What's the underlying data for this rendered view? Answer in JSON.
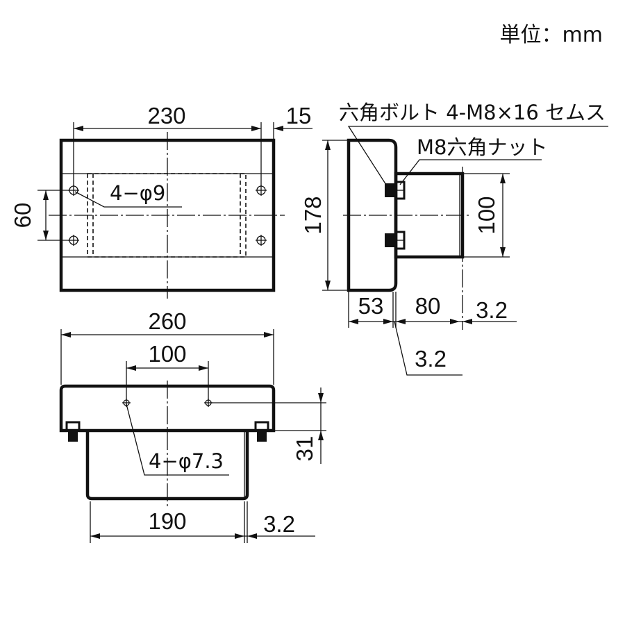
{
  "unit_label": "単位：mm",
  "top_view": {
    "dim_width": "230",
    "dim_edge": "15",
    "dim_height": "60",
    "hole_note": "4−φ9"
  },
  "side_view": {
    "bolt_note": "六角ボルト 4-M8×16 セムス",
    "nut_note": "M8六角ナット",
    "dim_height": "178",
    "dim_flange_height": "100",
    "dim_depth_1": "53",
    "dim_depth_2": "80",
    "dim_thickness_right": "3.2",
    "dim_thickness_bottom": "3.2"
  },
  "front_view": {
    "dim_total_width": "260",
    "dim_hole_pitch": "100",
    "dim_offset": "31",
    "hole_note": "4−φ7.3",
    "dim_body_width": "190",
    "dim_thickness": "3.2"
  }
}
